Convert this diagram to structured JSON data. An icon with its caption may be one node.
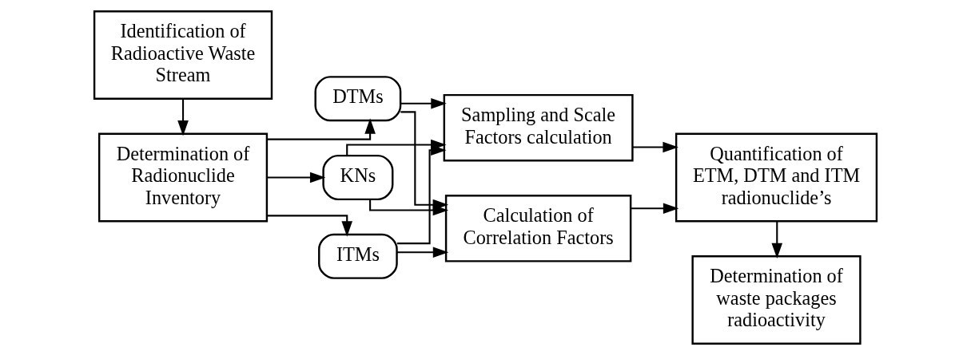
{
  "diagram": {
    "nodes": [
      {
        "text": [
          "Determination of Radionuclide Inventory"
        ]
      },
      {
        "text": [
          "Identification of Radioactive Waste Stream"
        ]
      },
      {
        "text": [
          "DTMs"
        ]
      },
      {
        "text": [
          "KNs"
        ]
      },
      {
        "text": [
          "ITMs"
        ]
      },
      {
        "text": [
          "Sampling and Scale Factors calculation"
        ]
      },
      {
        "text": [
          "Calculation of Correlation Factors"
        ]
      },
      {
        "text": [
          "Quantification of ETM, DTM and ITM radionuclide’s"
        ]
      },
      {
        "text": [
          "Determination of waste packages radioactivity"
        ]
      }
    ],
    "edges": [
      {
        "from": 1,
        "to": 0,
        "arrow": "to"
      },
      {
        "from": 0,
        "to": 2,
        "arrow": "to"
      },
      {
        "from": 0,
        "to": 3,
        "arrow": "to"
      },
      {
        "from": 0,
        "to": 4,
        "arrow": "to"
      },
      {
        "from": 2,
        "to": 5,
        "arrow": "to"
      },
      {
        "from": 3,
        "to": 5,
        "arrow": "to"
      },
      {
        "from": 4,
        "to": 5,
        "arrow": "to"
      },
      {
        "from": 2,
        "to": 6,
        "arrow": "to"
      },
      {
        "from": 3,
        "to": 6,
        "arrow": "to"
      },
      {
        "from": 4,
        "to": 6,
        "arrow": "to"
      },
      {
        "from": 5,
        "to": 7,
        "arrow": "to"
      },
      {
        "from": 6,
        "to": 7,
        "arrow": "to"
      },
      {
        "from": 7,
        "to": 8,
        "arrow": "to"
      }
    ]
  }
}
